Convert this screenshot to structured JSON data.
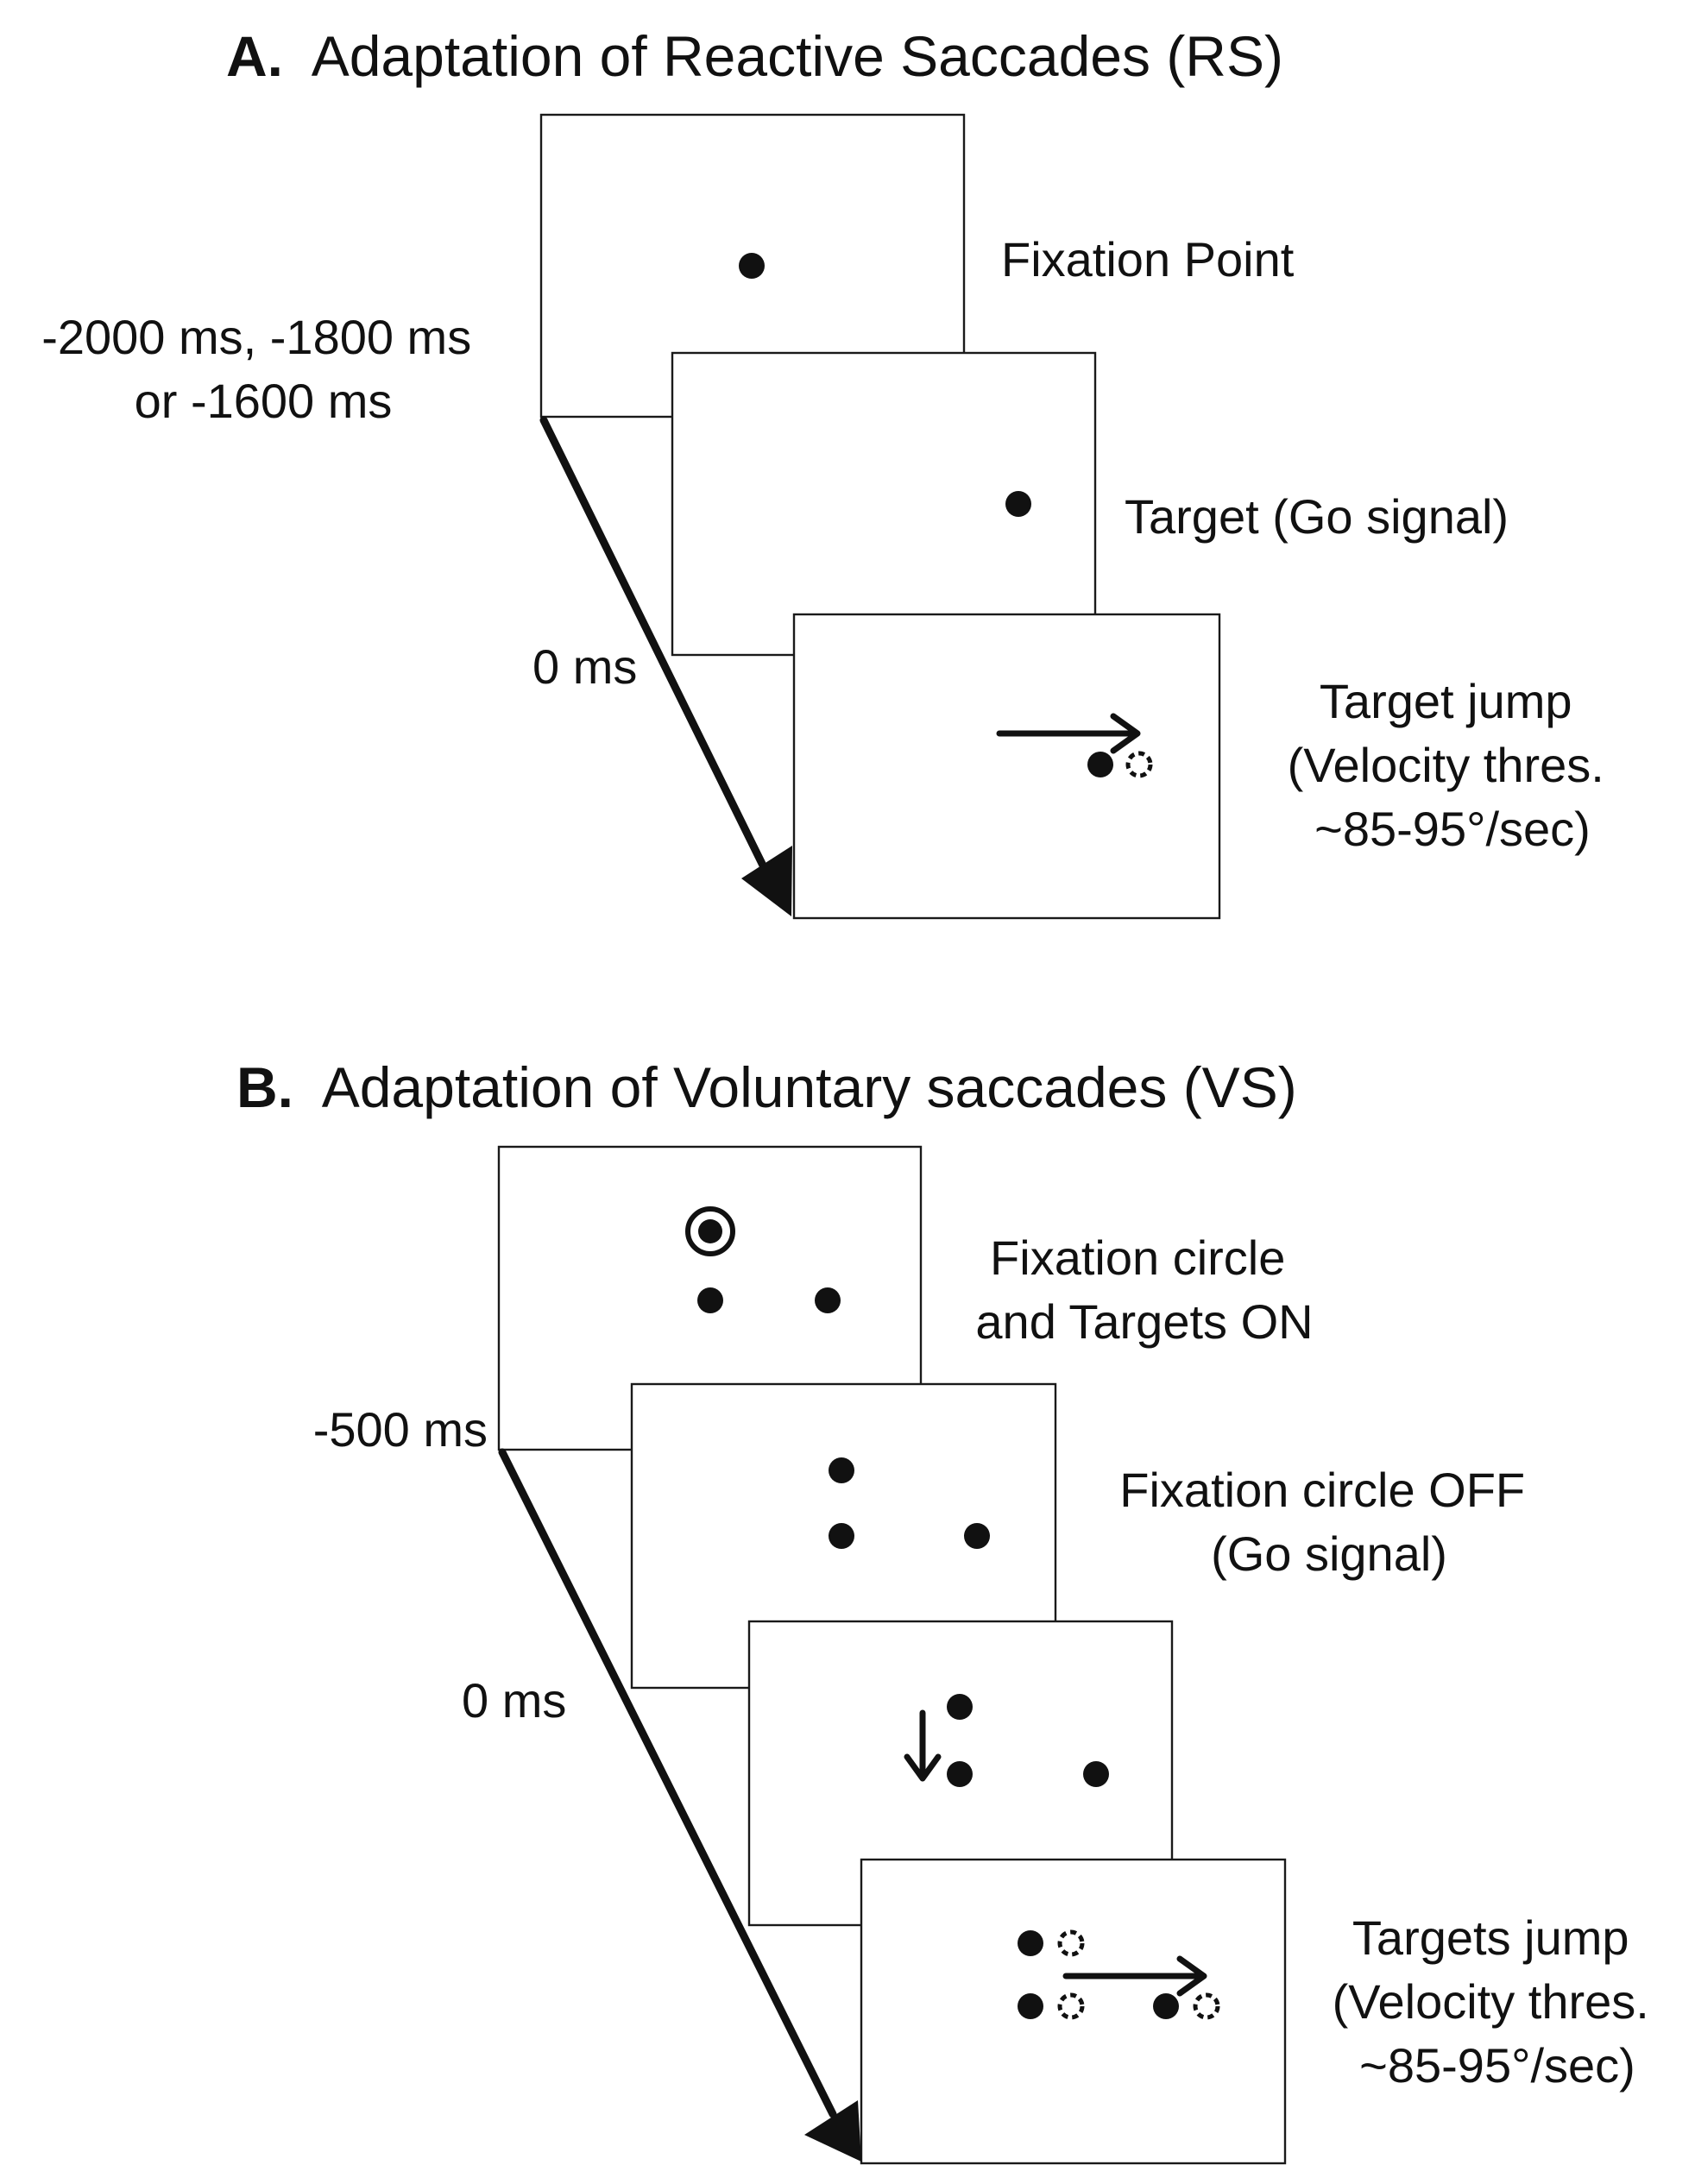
{
  "panel_a": {
    "letter": "A.",
    "title": "Adaptation of Reactive Saccades (RS)",
    "time_start_line1": "-2000 ms, -1800 ms",
    "time_start_line2": "or -1600 ms",
    "time_zero": "0 ms",
    "frames": [
      {
        "label_lines": [
          "Fixation Point"
        ]
      },
      {
        "label_lines": [
          "Target (Go signal)"
        ]
      },
      {
        "label_lines": [
          "Target jump",
          "(Velocity thres.",
          "~85-95°/sec)"
        ]
      }
    ]
  },
  "panel_b": {
    "letter": "B.",
    "title": "Adaptation of Voluntary saccades (VS)",
    "time_start": "-500 ms",
    "time_zero": "0 ms",
    "frames": [
      {
        "label_lines": [
          "Fixation circle",
          "and Targets ON"
        ]
      },
      {
        "label_lines": [
          "Fixation circle OFF",
          "(Go signal)"
        ]
      },
      {
        "label_lines": []
      },
      {
        "label_lines": [
          "Targets jump",
          "(Velocity thres.",
          "~85-95°/sec)"
        ]
      }
    ]
  },
  "icons": {
    "fixation-dot": "filled-circle",
    "target-dot": "filled-circle",
    "jump-target": "dashed-circle",
    "fixation-circle": "ring-with-dot",
    "time-axis": "diagonal-arrow",
    "saccade-arrow": "right-arrow",
    "down-arrow": "down-arrow"
  },
  "colors": {
    "ink": "#111111",
    "background": "#ffffff"
  }
}
